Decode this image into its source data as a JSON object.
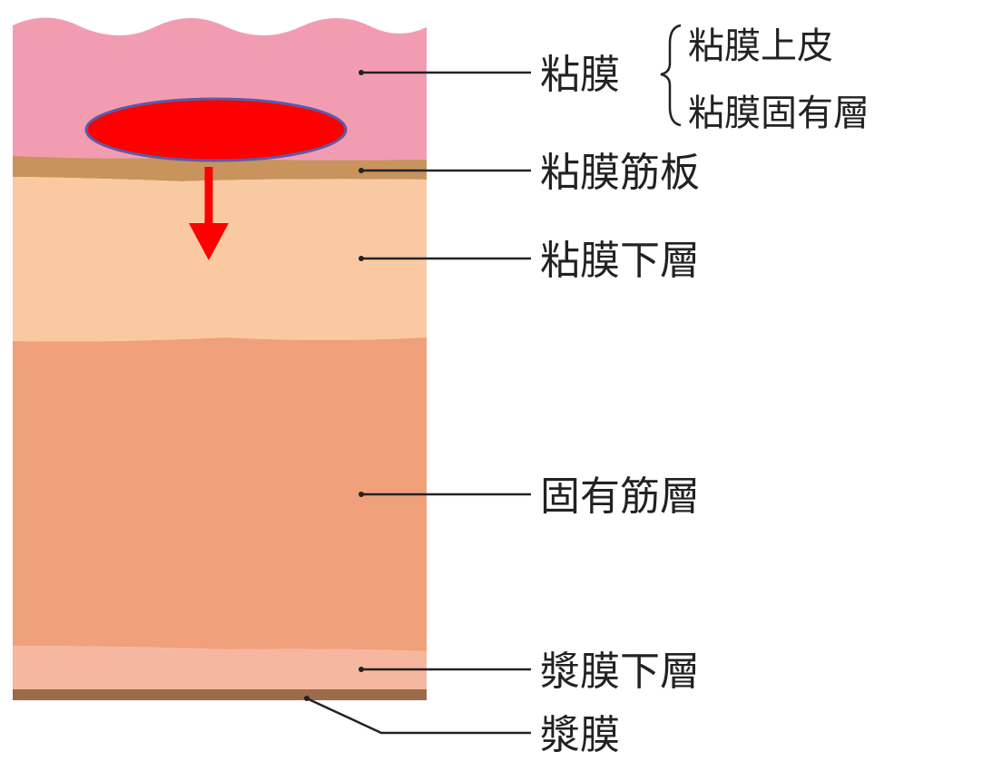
{
  "layers": {
    "mucosa": {
      "label": "粘膜",
      "sublayers": [
        "粘膜上皮",
        "粘膜固有層"
      ],
      "color": "#f29cb2"
    },
    "muscularis_mucosae": {
      "label": "粘膜筋板",
      "color": "#c8935c"
    },
    "submucosa": {
      "label": "粘膜下層",
      "color": "#f9caa2"
    },
    "muscularis_propria": {
      "label": "固有筋層",
      "color": "#f0a07a"
    },
    "subserosa": {
      "label": "漿膜下層",
      "color": "#f6b7a1"
    },
    "serosa": {
      "label": "漿膜",
      "color": "#9b6b4a"
    }
  },
  "tumor": {
    "color": "#ff0000",
    "outline": "#5d5aa8",
    "arrow_color": "#ff0000"
  }
}
